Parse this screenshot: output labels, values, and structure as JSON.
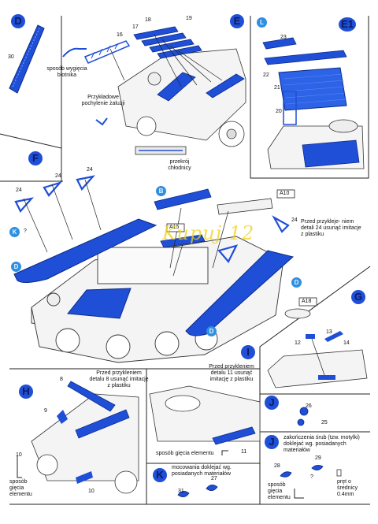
{
  "colors": {
    "part_blue": "#1f4fd6",
    "light_marker": "#2f8fe0",
    "line": "#222222"
  },
  "panels": {
    "D": {
      "marker": "D",
      "part": "30",
      "note": "sposób wygięcia błotnika"
    },
    "E": {
      "marker": "E",
      "parts": [
        "16",
        "17",
        "18",
        "19"
      ],
      "note1": "Przykładowe pochylenie żaluzji",
      "note2": "przekrój chłodnicy"
    },
    "E1": {
      "marker": "E1",
      "small_marker": "L",
      "parts": [
        "23",
        "22",
        "21",
        "20"
      ]
    },
    "F": {
      "marker": "F",
      "parts": [
        "24",
        "24",
        "24",
        "24"
      ],
      "small_markers": [
        "B",
        "K",
        "D",
        "D",
        "D"
      ],
      "question": "?",
      "callouts": [
        "A10",
        "A15"
      ],
      "note": "Przed przykleje- niem detali 24 usunąć imitacje z plastiku"
    },
    "G": {
      "marker": "G",
      "callout": "A18",
      "parts": [
        "13",
        "12",
        "14"
      ]
    },
    "H": {
      "marker": "H",
      "parts": [
        "8",
        "9",
        "10",
        "10"
      ],
      "note": "Przed przykleniem detalu 8 usunąć imitację z plastiku",
      "bend": "sposób gięcia elementu"
    },
    "I": {
      "marker": "I",
      "parts": [
        "11"
      ],
      "note": "Przed przykleniem detalu 11 usunąć imitację z plastiku",
      "bend": "sposób gięcia elementu"
    },
    "J": {
      "marker": "J",
      "parts": [
        "26",
        "25",
        "28",
        "29"
      ],
      "note": "zakończenia śrub (tzw. motylki) doklejać wg. posiadanych materiałów",
      "bend": "sposób gięcia elementu",
      "question": "?",
      "rod": "pręt o średnicy 0.4mm"
    },
    "K": {
      "marker": "K",
      "parts": [
        "31",
        "27"
      ],
      "note": "mocowania doklejać wg. posiadanych materiałów"
    }
  },
  "watermark": "Kupuj 12"
}
